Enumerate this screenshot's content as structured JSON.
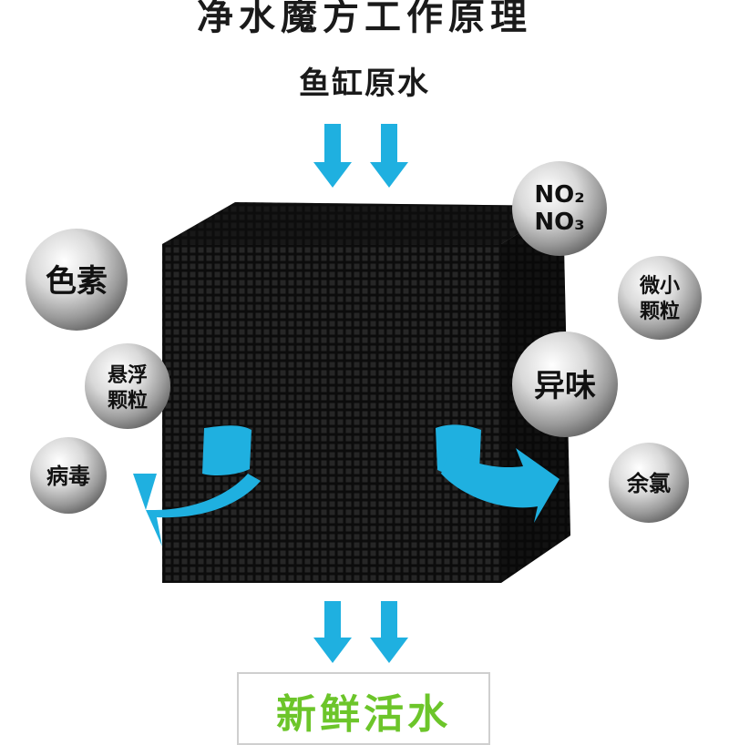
{
  "title": "净水魔方工作原理",
  "input_label": "鱼缸原水",
  "output_label": "新鲜活水",
  "bubbles_left": [
    {
      "id": "pigment",
      "lines": [
        "色素"
      ]
    },
    {
      "id": "suspended",
      "lines": [
        "悬浮",
        "颗粒"
      ]
    },
    {
      "id": "virus",
      "lines": [
        "病毒"
      ]
    }
  ],
  "bubbles_right": [
    {
      "id": "nitrogen",
      "lines": [
        "NO₂",
        "NO₃"
      ]
    },
    {
      "id": "micro",
      "lines": [
        "微小",
        "颗粒"
      ]
    },
    {
      "id": "odor",
      "lines": [
        "异味"
      ]
    },
    {
      "id": "chlorine",
      "lines": [
        "余氯"
      ]
    }
  ],
  "colors": {
    "arrow": "#1fb0e0",
    "cube": "#111111",
    "grid": "#2a2a2a",
    "output_text": "#6cc52a"
  }
}
